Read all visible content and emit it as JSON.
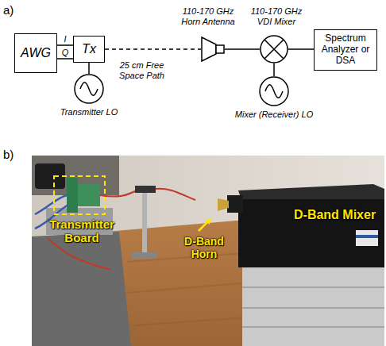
{
  "diagram": {
    "nodes": [
      {
        "text": [
          "AWG"
        ]
      },
      {
        "text": [
          "Tx"
        ]
      },
      {
        "text": [
          "Transmitter LO"
        ]
      },
      {
        "text": [
          "110-170 GHz Horn Antenna"
        ]
      },
      {
        "text": [
          "110-170 GHz VDI Mixer"
        ]
      },
      {
        "text": [
          "Mixer (Receiver) LO"
        ]
      },
      {
        "text": [
          "Spectrum Analyzer or DSA"
        ]
      }
    ],
    "edges": [
      {
        "from": 0,
        "to": 1,
        "label": "I",
        "arrow": "none"
      },
      {
        "from": 0,
        "to": 1,
        "label": "Q",
        "arrow": "none"
      },
      {
        "from": 1,
        "to": 3,
        "label": "25 cm Free Space Path",
        "arrow": "none"
      },
      {
        "from": 2,
        "to": 1,
        "arrow": "none"
      },
      {
        "from": 3,
        "to": 4,
        "arrow": "none"
      },
      {
        "from": 5,
        "to": 4,
        "arrow": "none"
      },
      {
        "from": 4,
        "to": 6,
        "arrow": "none"
      }
    ],
    "labels": [
      "a)",
      "b)",
      "Transmitter Board",
      "D-Band Horn",
      "D-Band Mixer"
    ]
  }
}
